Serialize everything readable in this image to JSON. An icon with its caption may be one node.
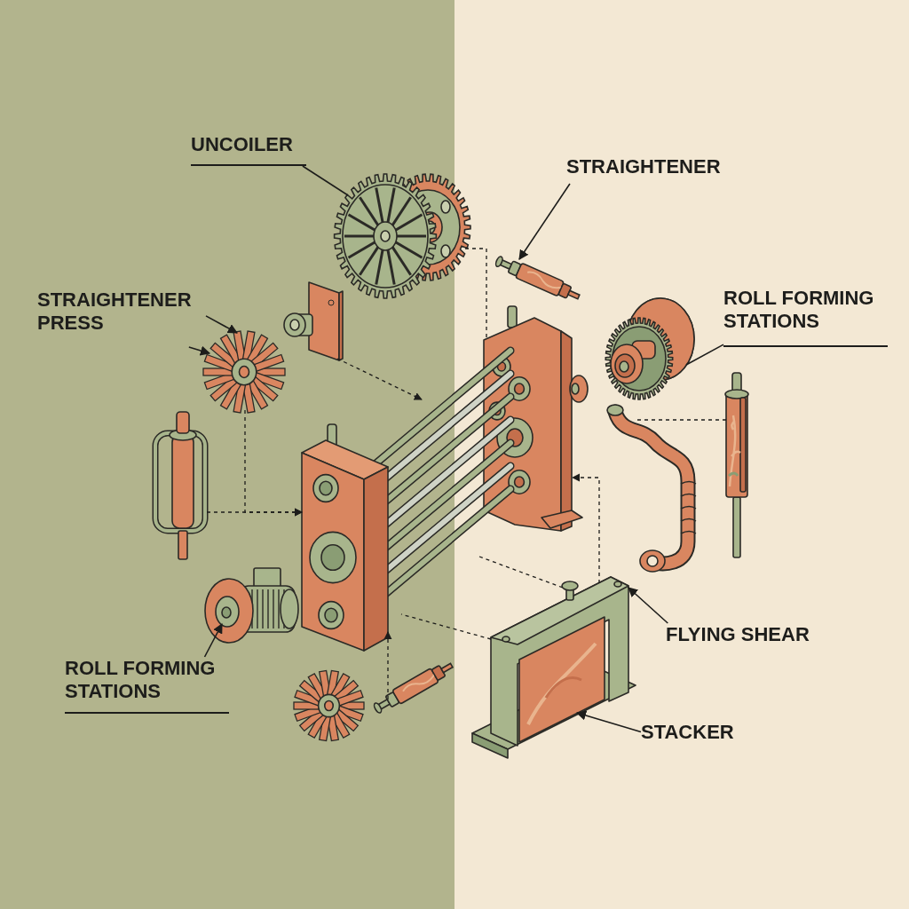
{
  "diagram": {
    "nodes": [
      {
        "text": [
          "UNCOILER"
        ]
      },
      {
        "text": [
          "STRAIGHTENER"
        ]
      },
      {
        "text": [
          "STRAIGHTENER PRESS"
        ]
      },
      {
        "text": [
          "ROLL FORMING STATIONS"
        ]
      },
      {
        "text": [
          "FLYING SHEAR"
        ]
      },
      {
        "text": [
          "ROLL FORMING STATIONS"
        ]
      },
      {
        "text": [
          "STACKER"
        ]
      },
      {
        "text": [],
        "shape": "picture"
      },
      {
        "text": [],
        "shape": "picture"
      },
      {
        "text": [],
        "shape": "picture"
      },
      {
        "text": [],
        "shape": "picture"
      },
      {
        "text": [],
        "shape": "picture"
      },
      {
        "text": [],
        "shape": "picture"
      },
      {
        "text": [],
        "shape": "picture"
      },
      {
        "text": [],
        "shape": "picture"
      },
      {
        "text": [],
        "shape": "picture"
      },
      {
        "text": [],
        "shape": "picture"
      },
      {
        "text": [],
        "shape": "picture"
      },
      {
        "text": [],
        "shape": "picture"
      },
      {
        "text": [],
        "shape": "picture"
      },
      {
        "text": [],
        "shape": "picture"
      },
      {
        "text": [],
        "shape": "picture",
        "in": 20
      }
    ],
    "edges": [
      {
        "from": 0,
        "to": 7,
        "arrow": "none"
      },
      {
        "from": 1,
        "to": 8,
        "arrow": "to"
      },
      {
        "from": 2,
        "to": 10,
        "arrow": "to"
      },
      {
        "from": 2,
        "to": 10,
        "arrow": "to"
      },
      {
        "from": 3,
        "to": 11,
        "arrow": "none"
      },
      {
        "from": 4,
        "to": 20,
        "arrow": "to"
      },
      {
        "from": 5,
        "to": 17,
        "arrow": "to"
      },
      {
        "from": 6,
        "to": 21,
        "arrow": "to"
      },
      {
        "from": 9,
        "to": null,
        "arrow": "to",
        "style": "dashed"
      },
      {
        "from": 10,
        "to": 14,
        "arrow": "to",
        "style": "dashed"
      },
      {
        "from": 13,
        "to": 14,
        "arrow": "to",
        "style": "dashed"
      },
      {
        "from": 7,
        "to": 12,
        "arrow": "none",
        "style": "dashed"
      },
      {
        "from": 16,
        "to": 15,
        "arrow": "none",
        "style": "dashed"
      },
      {
        "from": 20,
        "to": 12,
        "arrow": "to",
        "style": "dashed"
      },
      {
        "from": 19,
        "to": 14,
        "arrow": "to",
        "style": "dashed"
      },
      {
        "from": 20,
        "to": null,
        "arrow": "none",
        "style": "dashed"
      },
      {
        "from": null,
        "to": 20,
        "arrow": "none",
        "style": "dashed"
      }
    ]
  }
}
